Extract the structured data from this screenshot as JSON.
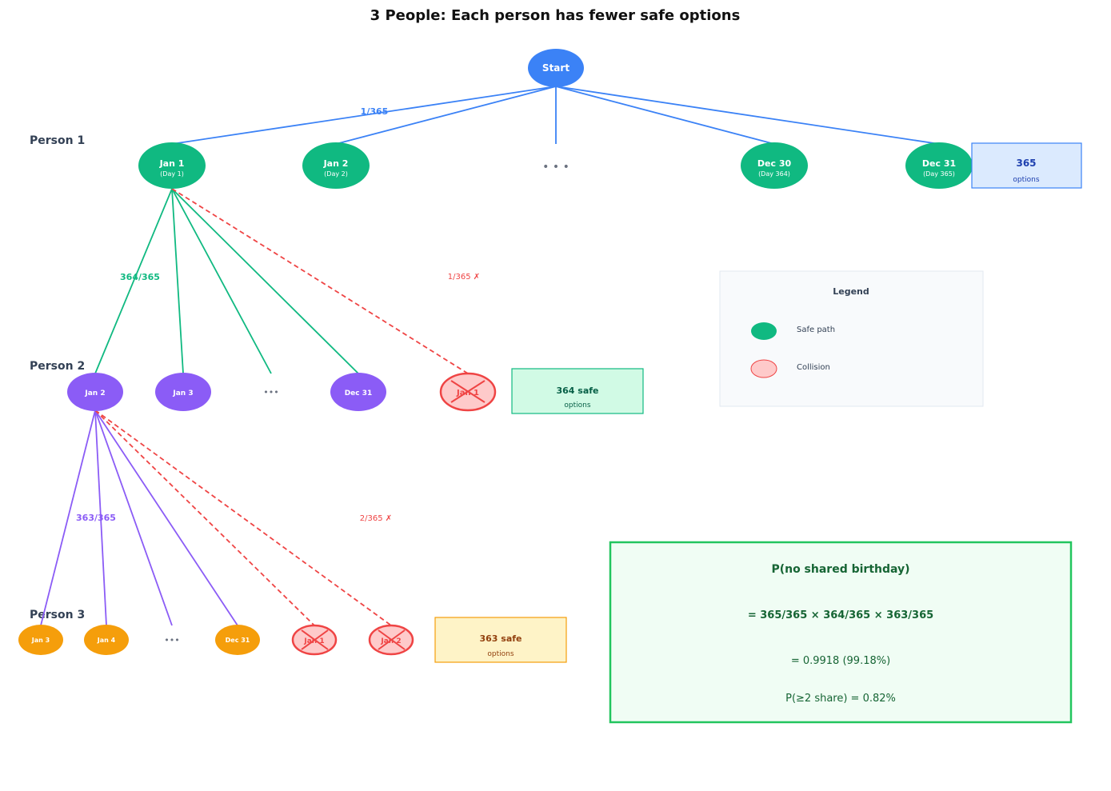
{
  "title": "3 People: Each person has fewer safe options",
  "colors": {
    "person1": "#10b981",
    "person2": "#8b5cf6",
    "person3": "#f59e0b",
    "start": "#3b82f6",
    "collision": "#ef4444",
    "collision_fill": "#fecaca"
  },
  "start": {
    "label": "Start"
  },
  "person1": {
    "label": "Person 1",
    "prob": "1/365",
    "nodes": [
      {
        "label": "Jan 1",
        "sub": "(Day 1)"
      },
      {
        "label": "Jan 2",
        "sub": "(Day 2)"
      },
      {
        "label": "Dec 30",
        "sub": "(Day 364)"
      },
      {
        "label": "Dec 31",
        "sub": "(Day 365)"
      }
    ],
    "ellipsis": "• • •",
    "box": {
      "value": "365",
      "caption": "options"
    }
  },
  "person2": {
    "label": "Person 2",
    "prob": "364/365",
    "collision_prob": "1/365 ✗",
    "nodes": [
      {
        "label": "Jan 2"
      },
      {
        "label": "Jan 3"
      },
      {
        "label": "Dec 31"
      }
    ],
    "ellipsis": "•••",
    "collision_nodes": [
      {
        "label": "Jan 1"
      }
    ],
    "box": {
      "value": "364 safe",
      "caption": "options"
    }
  },
  "person3": {
    "label": "Person 3",
    "prob": "363/365",
    "collision_prob": "2/365 ✗",
    "nodes": [
      {
        "label": "Jan 3"
      },
      {
        "label": "Jan 4"
      },
      {
        "label": "Dec 31"
      }
    ],
    "ellipsis": "•••",
    "collision_nodes": [
      {
        "label": "Jan 1"
      },
      {
        "label": "Jan 2"
      }
    ],
    "box": {
      "value": "363 safe",
      "caption": "options"
    }
  },
  "legend": {
    "title": "Legend",
    "items": [
      {
        "label": "Safe path"
      },
      {
        "label": "Collision"
      }
    ]
  },
  "result": {
    "heading": "P(no shared birthday)",
    "formula": "= 365/365 × 364/365 × 363/365",
    "value": "= 0.9918 (99.18%)",
    "complement": "P(≥2 share) = 0.82%"
  }
}
